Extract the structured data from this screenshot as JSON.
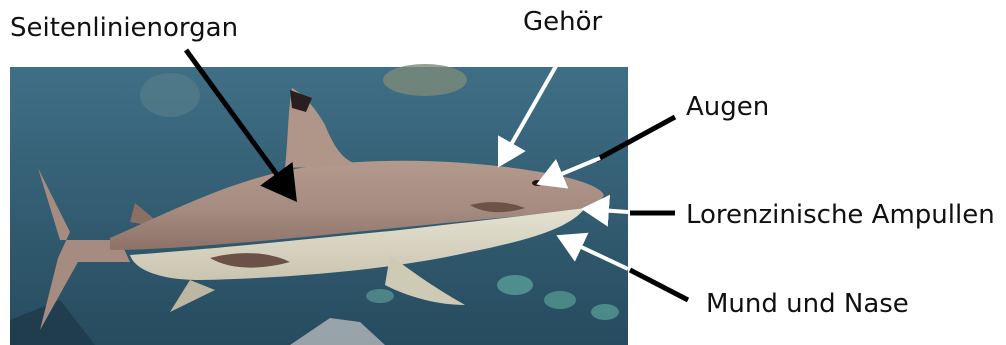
{
  "labels": {
    "lateral_line": "Seitenlinienorgan",
    "hearing": "Gehör",
    "eyes": "Augen",
    "ampullae": "Lorenzinische Ampullen",
    "mouth_nose": "Mund und Nase"
  },
  "colors": {
    "water_top": "#3f6f86",
    "water_bottom": "#274b5f",
    "shark_back": "#a98e82",
    "shark_belly": "#dcd8c6",
    "arrow_black": "#000000",
    "arrow_white": "#ffffff"
  }
}
